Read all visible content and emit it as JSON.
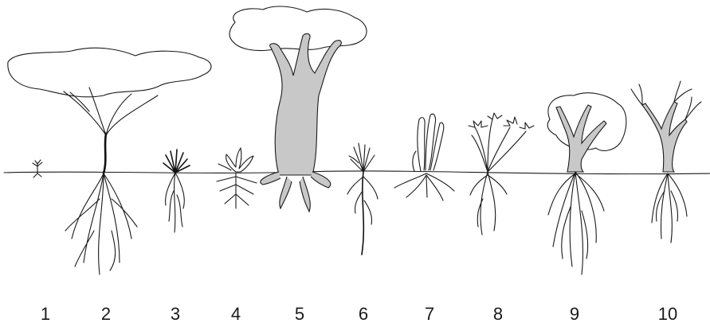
{
  "labels": [
    "1",
    "2",
    "3",
    "4",
    "5",
    "6",
    "7",
    "8",
    "9",
    "10"
  ],
  "colors": {
    "ink": "#1a1a1a",
    "trunk_fill": "#c8c8c8",
    "background": "#ffffff"
  }
}
